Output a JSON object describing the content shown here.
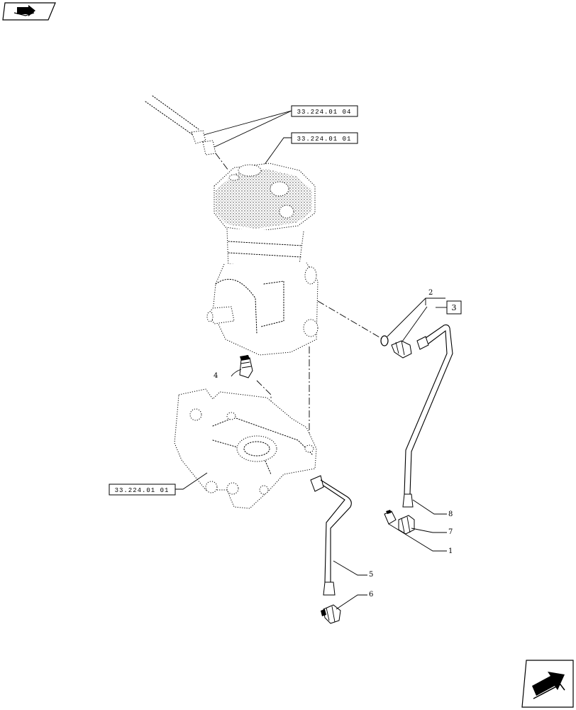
{
  "references": {
    "top_ref": "33.224.01 04",
    "middle_ref": "33.224.01 01",
    "bottom_ref": "33.224.01 01"
  },
  "box_label": "3",
  "part_numbers": {
    "p1": "1",
    "p2": "2",
    "p4": "4",
    "p5": "5",
    "p6": "6",
    "p7": "7",
    "p8": "8"
  },
  "icons": {
    "top_left": "book-arrow-icon",
    "bottom_right": "next-page-arrow-icon"
  }
}
